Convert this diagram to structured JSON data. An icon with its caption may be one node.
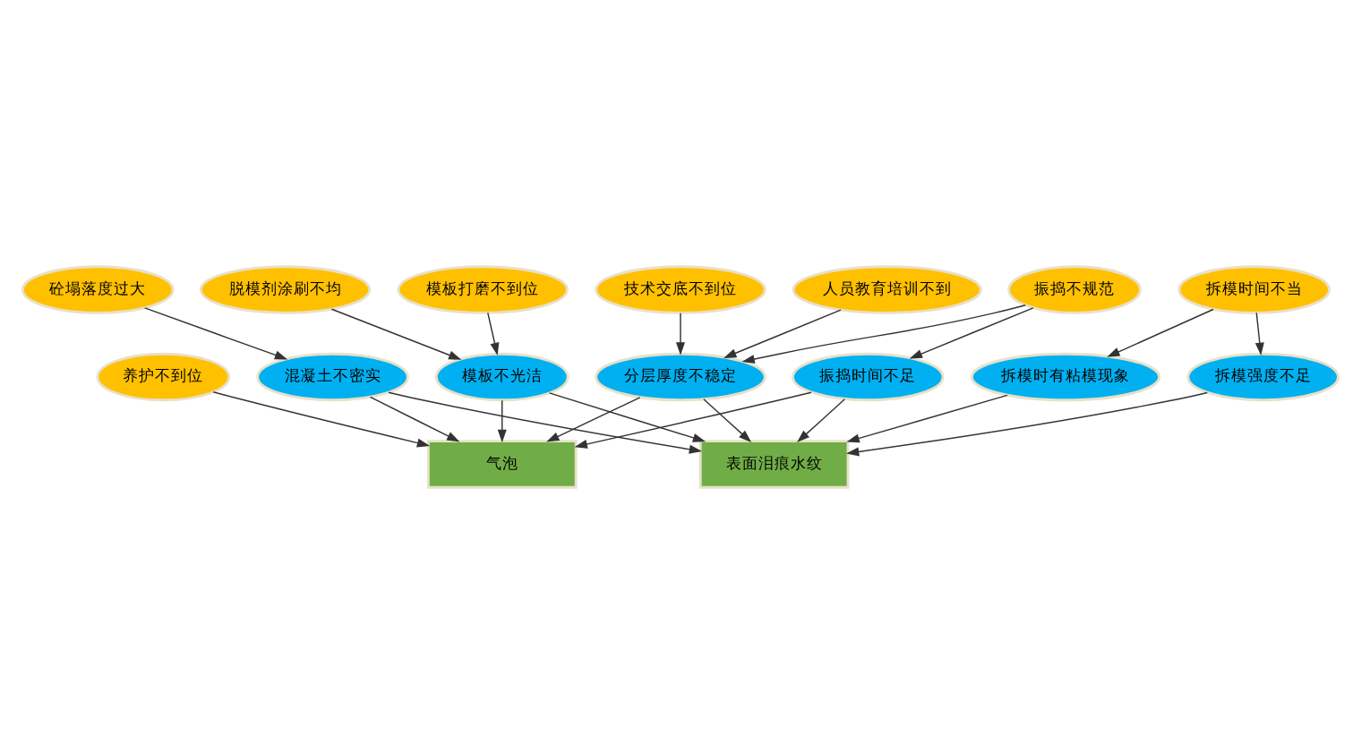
{
  "diagram": {
    "nodes": [
      {
        "text": [
          "砼塌落度过大"
        ]
      },
      {
        "text": [
          "模板打磨不到位"
        ]
      },
      {
        "text": [
          "养护不到位"
        ]
      },
      {
        "text": [
          "混凝土不密实"
        ]
      },
      {
        "text": [
          "模板不光洁"
        ]
      },
      {
        "text": [
          "脱模剂涂刷不均"
        ]
      },
      {
        "text": [
          "气泡"
        ]
      },
      {
        "text": [
          "表面泪痕水纹"
        ]
      },
      {
        "text": [
          "拆模时有粘模现象"
        ]
      },
      {
        "text": [
          "振捣时间不足"
        ]
      },
      {
        "text": [
          "拆模强度不足"
        ]
      },
      {
        "text": [
          "拆模时间不当"
        ]
      },
      {
        "text": [
          "分层厚度不稳定"
        ]
      },
      {
        "text": [
          "人员教育培训不到"
        ]
      },
      {
        "text": [
          "振捣不规范"
        ]
      },
      {
        "text": [
          "技术交底不到位"
        ]
      }
    ],
    "edges": [
      {
        "from": 0,
        "to": 3,
        "arrow": "to"
      },
      {
        "from": 1,
        "to": 4,
        "arrow": "to"
      },
      {
        "from": 5,
        "to": 4,
        "arrow": "to"
      },
      {
        "from": 2,
        "to": 6,
        "arrow": "to"
      },
      {
        "from": 3,
        "to": 6,
        "arrow": "to"
      },
      {
        "from": 4,
        "to": 6,
        "arrow": "to"
      },
      {
        "from": 3,
        "to": 7,
        "arrow": "to"
      },
      {
        "from": 4,
        "to": 7,
        "arrow": "to"
      },
      {
        "from": 9,
        "to": 6,
        "arrow": "to"
      },
      {
        "from": 9,
        "to": 7,
        "arrow": "to"
      },
      {
        "from": 12,
        "to": 6,
        "arrow": "to"
      },
      {
        "from": 12,
        "to": 7,
        "arrow": "to"
      },
      {
        "from": 8,
        "to": 7,
        "arrow": "to"
      },
      {
        "from": 10,
        "to": 7,
        "arrow": "to"
      },
      {
        "from": 11,
        "to": 8,
        "arrow": "to"
      },
      {
        "from": 11,
        "to": 10,
        "arrow": "to"
      },
      {
        "from": 14,
        "to": 9,
        "arrow": "to"
      },
      {
        "from": 14,
        "to": 12,
        "arrow": "to"
      },
      {
        "from": 13,
        "to": 12,
        "arrow": "to"
      },
      {
        "from": 15,
        "to": 12,
        "arrow": "to"
      }
    ]
  }
}
